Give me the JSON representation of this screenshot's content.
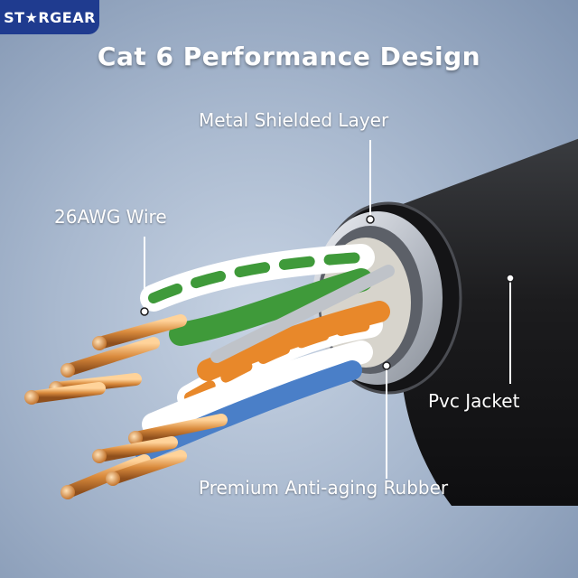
{
  "brand": {
    "logo_text": "ST★RGEAR"
  },
  "title": "Cat 6 Performance Design",
  "callouts": {
    "shield": "Metal Shielded Layer",
    "wire": "26AWG Wire",
    "jacket": "Pvc Jacket",
    "rubber": "Premium Anti-aging Rubber"
  },
  "colors": {
    "background": "#a9b9cf",
    "jacket": "#1c1c1e",
    "shield": "#c9ccd2",
    "copper": "#d98a3c",
    "green_pair": "#3f9a3a",
    "orange_pair": "#e8882a",
    "blue_pair": "#4a7fc8",
    "brand_badge": "#1f3b8f"
  }
}
